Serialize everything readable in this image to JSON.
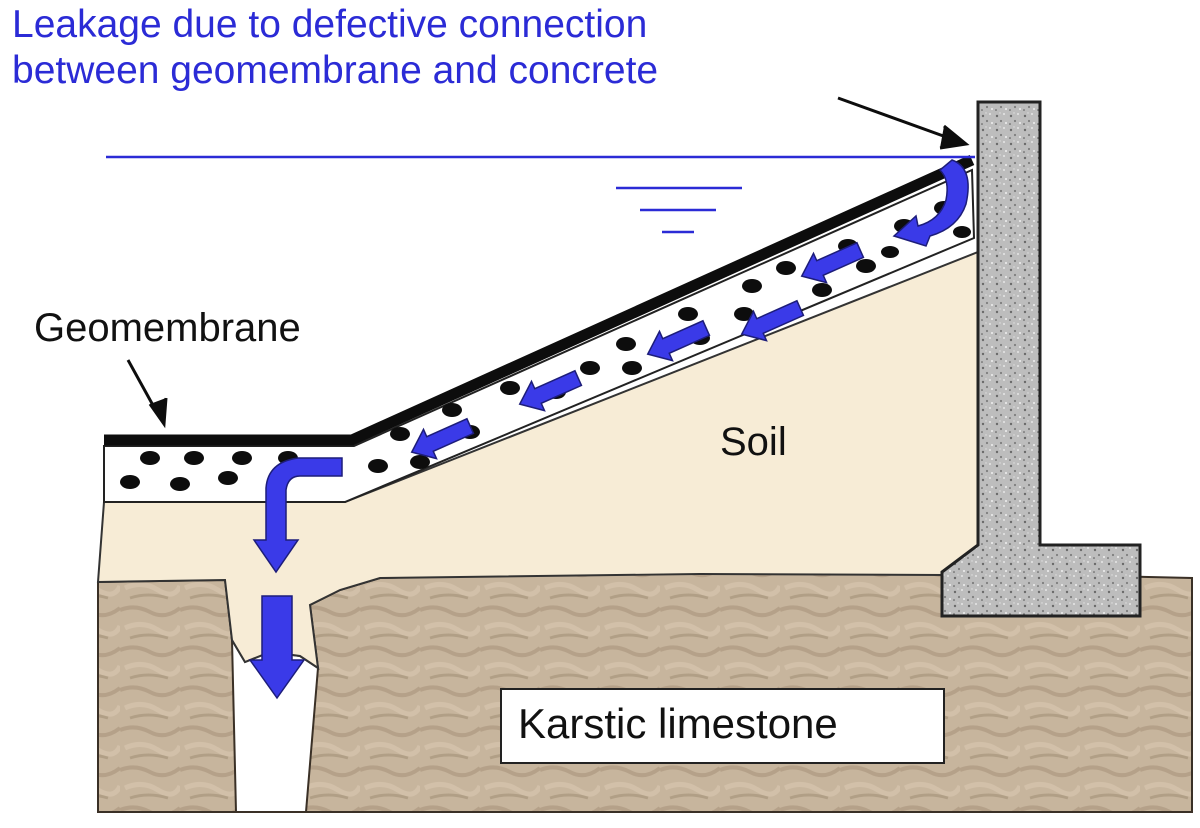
{
  "title": {
    "line1": "Leakage due to defective connection",
    "line2": "between geomembrane and concrete"
  },
  "labels": {
    "geomembrane": "Geomembrane",
    "soil": "Soil",
    "karstic_limestone": "Karstic limestone"
  },
  "colors": {
    "title_text": "#2b2bd6",
    "water_line": "#2b2bd6",
    "leak_arrow": "#3a3ae8",
    "soil": "#f7ecd6",
    "limestone": "#c4b29a",
    "concrete": "#b8b8b8",
    "geomembrane": "#111111"
  },
  "icons": {
    "water_level": "water-level-symbol",
    "leak_flow": "flow-arrow-icon"
  }
}
